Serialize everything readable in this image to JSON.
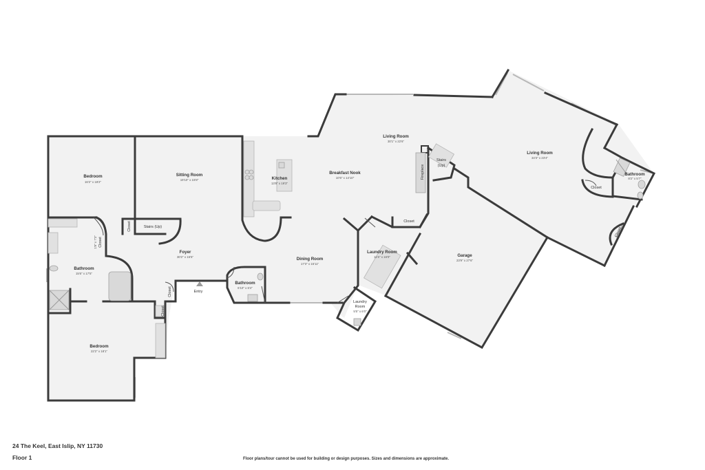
{
  "rooms": {
    "bedroom_1": {
      "name": "Bedroom",
      "dim": "16'2\" x 18'2\""
    },
    "sitting_room": {
      "name": "Sitting Room",
      "dim": "19'10\" x 15'8\""
    },
    "kitchen": {
      "name": "Kitchen",
      "dim": "13'8\" x 19'3\""
    },
    "breakfast_nook": {
      "name": "Breakfast Nook",
      "dim": "10'5\" x 14'10\""
    },
    "living_room_1": {
      "name": "Living Room",
      "dim": "30'1\" x 22'6\""
    },
    "living_room_2": {
      "name": "Living Room",
      "dim": "34'3\" x 23'4\""
    },
    "bathroom_ne": {
      "name": "Bathroom",
      "dim": "8'2\" x 5'7\""
    },
    "closet_ne_1": {
      "name": "Closet"
    },
    "closet_ne_2": {
      "name": "Closet"
    },
    "stairs_up_1": {
      "name": "Stairs (Up)"
    },
    "stairs_up_2": {
      "name": "Stairs",
      "sub": "(Up)"
    },
    "fireplace": {
      "name": "Fireplace"
    },
    "closet_mid": {
      "name": "Closet"
    },
    "laundry_room_1": {
      "name": "Laundry Room",
      "dim": "11'6\" x 16'0\""
    },
    "laundry_room_2": {
      "name": "Laundry",
      "sub": "Room",
      "dim": "5'5\" x 6'0\""
    },
    "garage": {
      "name": "Garage",
      "dim": "23'9\" x 27'6\""
    },
    "foyer": {
      "name": "Foyer",
      "dim": "30'2\" x 15'5\""
    },
    "dining_room": {
      "name": "Dining Room",
      "dim": "17'3\" x 15'11\""
    },
    "bathroom_mid": {
      "name": "Bathroom",
      "dim": "6'10\" x 6'4\""
    },
    "entry": {
      "name": "Entry"
    },
    "closet_foyer_1": {
      "name": "Closet"
    },
    "closet_foyer_2": {
      "name": "Closet"
    },
    "closet_west": {
      "name": "Closet",
      "dim": "1'8\" x 7'3\""
    },
    "closet_sitting": {
      "name": "Closet"
    },
    "bathroom_west": {
      "name": "Bathroom",
      "dim": "15'6\" x 17'5\""
    },
    "bedroom_2": {
      "name": "Bedroom",
      "dim": "22'2\" x 18'1\""
    }
  },
  "footer": {
    "address": "24 The Keel, East Islip, NY 11730",
    "floor": "Floor 1",
    "disclaimer": "Floor plans/tour cannot be used for building or design purposes. Sizes and dimensions are approximate."
  },
  "colors": {
    "wall": "#3b3b3b",
    "floor": "#f2f2f2",
    "fixture": "#d9d9d9"
  }
}
